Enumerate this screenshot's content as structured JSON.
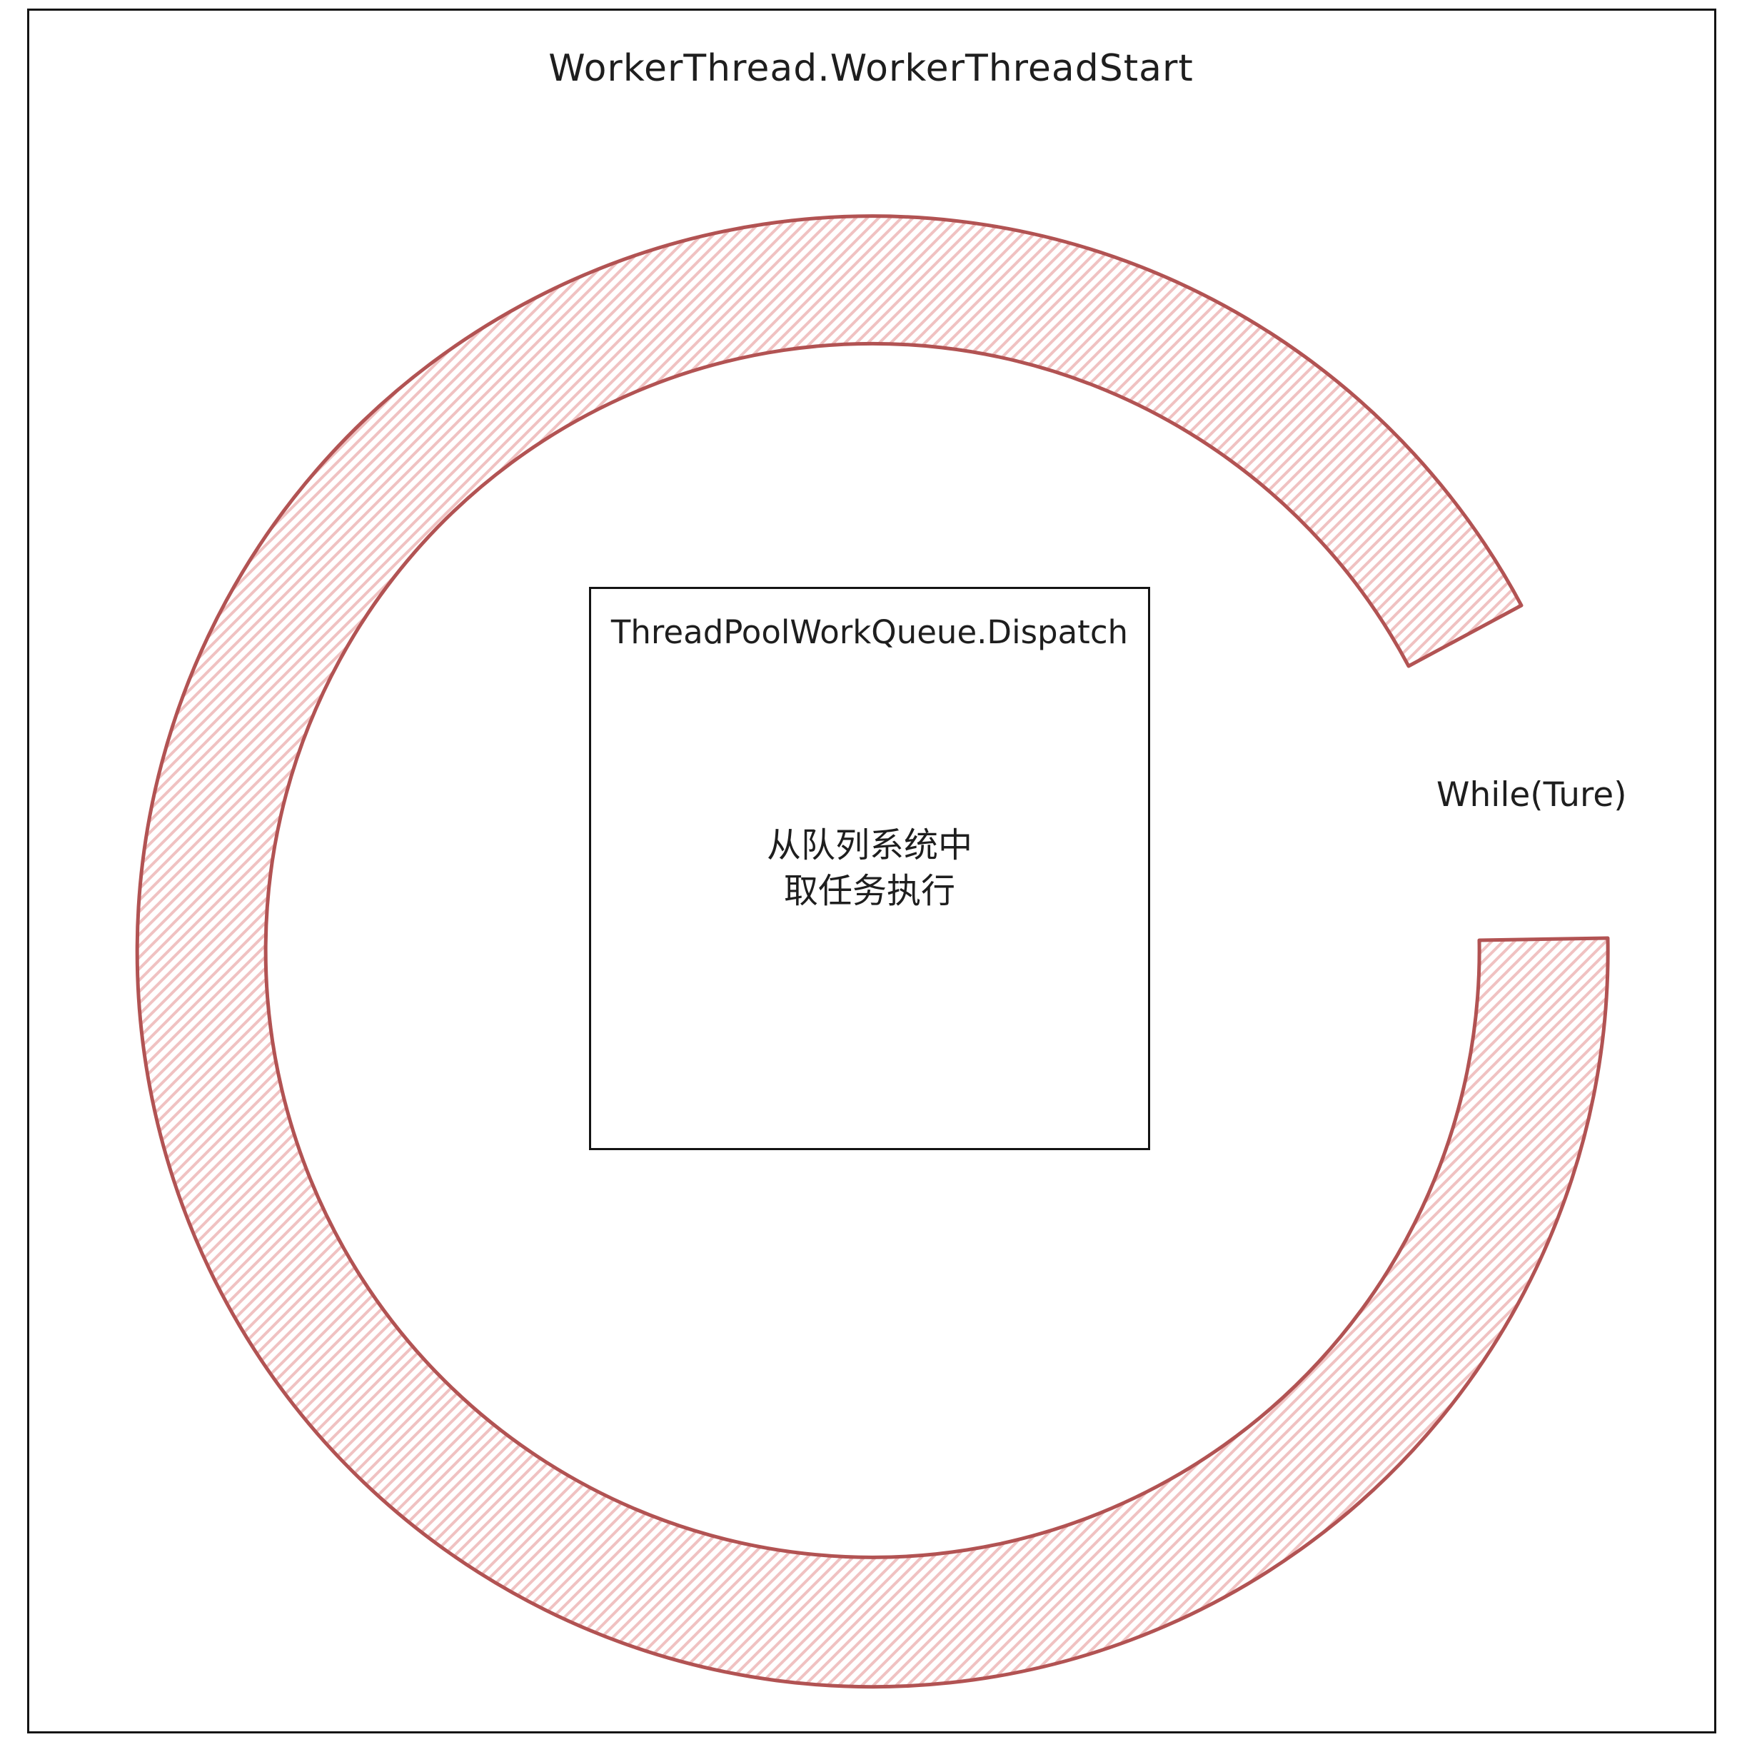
{
  "diagram": {
    "title": "WorkerThread.WorkerThreadStart",
    "loop_label": "While(Ture)",
    "box": {
      "title": "ThreadPoolWorkQueue.Dispatch",
      "body_line1": "从队列系统中",
      "body_line2": "取任务执行"
    },
    "colors": {
      "arc_stroke": "#b25353",
      "arc_hatch": "#f0c2c2",
      "border": "#141414",
      "text": "#1e1e1e"
    }
  }
}
